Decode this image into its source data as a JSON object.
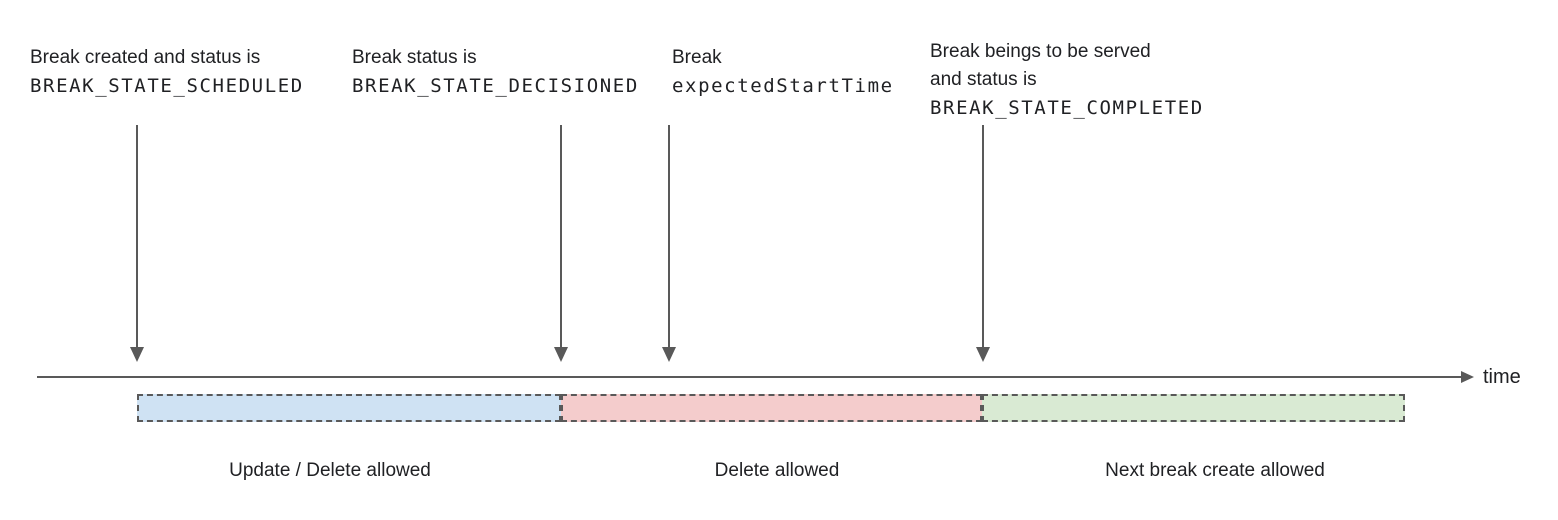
{
  "diagram": {
    "axis_label": "time",
    "annotations": [
      {
        "lines": [
          "Break created and status is",
          "BREAK_STATE_SCHEDULED"
        ]
      },
      {
        "lines": [
          "Break status is",
          "BREAK_STATE_DECISIONED"
        ]
      },
      {
        "lines": [
          "Break",
          "expectedStartTime"
        ]
      },
      {
        "lines": [
          "Break beings to be served",
          "and status is",
          "BREAK_STATE_COMPLETED"
        ]
      }
    ],
    "segments": [
      {
        "label": "Update / Delete allowed",
        "color": "#cfe2f3"
      },
      {
        "label": "Delete allowed",
        "color": "#f4cccc"
      },
      {
        "label": "Next break create allowed",
        "color": "#d9ead3"
      }
    ],
    "colors": {
      "stroke": "#595959",
      "text": "#202124"
    }
  }
}
